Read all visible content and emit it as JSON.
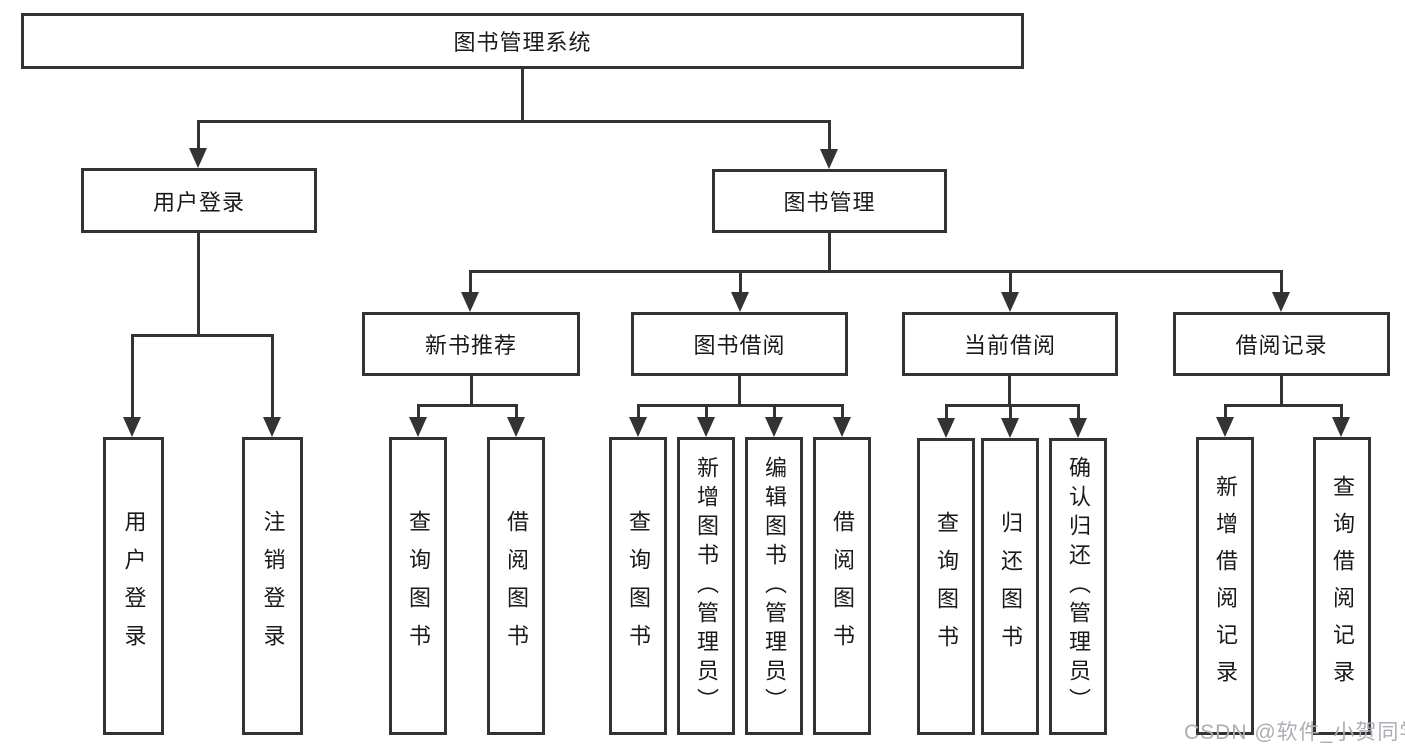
{
  "colors": {
    "line": "#333333",
    "text": "#1a1a1a",
    "bg": "#ffffff",
    "watermark": "#abaeb3"
  },
  "watermark": "CSDN @软件_小贺同学",
  "tree": {
    "label": "图书管理系统",
    "children": [
      {
        "label": "用户登录",
        "children": [
          {
            "label": "用户登录"
          },
          {
            "label": "注销登录"
          }
        ]
      },
      {
        "label": "图书管理",
        "children": [
          {
            "label": "新书推荐",
            "children": [
              {
                "label": "查询图书"
              },
              {
                "label": "借阅图书"
              }
            ]
          },
          {
            "label": "图书借阅",
            "children": [
              {
                "label": "查询图书"
              },
              {
                "label": "新增图书（管理员）"
              },
              {
                "label": "编辑图书（管理员）"
              },
              {
                "label": "借阅图书"
              }
            ]
          },
          {
            "label": "当前借阅",
            "children": [
              {
                "label": "查询图书"
              },
              {
                "label": "归还图书"
              },
              {
                "label": "确认归还（管理员）"
              }
            ]
          },
          {
            "label": "借阅记录",
            "children": [
              {
                "label": "新增借阅记录"
              },
              {
                "label": "查询借阅记录"
              }
            ]
          }
        ]
      }
    ]
  }
}
